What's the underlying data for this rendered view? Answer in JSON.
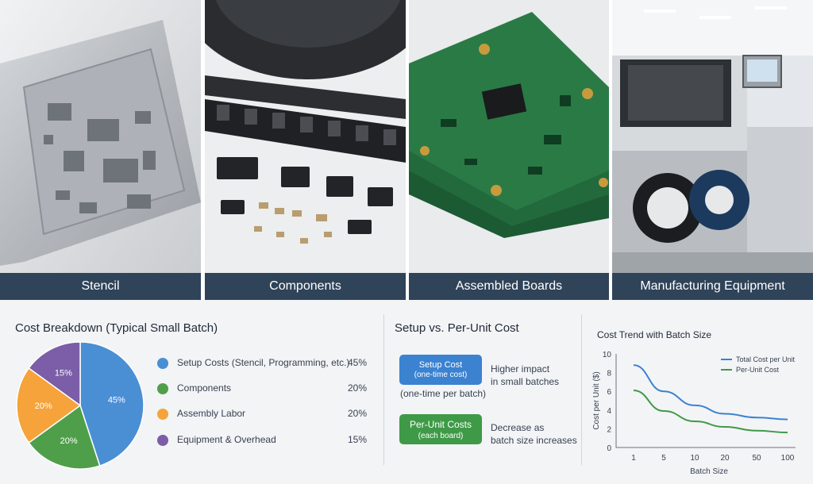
{
  "panels": [
    {
      "caption": "Stencil",
      "icon": "stencil-photo"
    },
    {
      "caption": "Components",
      "icon": "components-photo"
    },
    {
      "caption": "Assembled Boards",
      "icon": "boards-photo"
    },
    {
      "caption": "Manufacturing Equipment",
      "icon": "equipment-photo"
    }
  ],
  "pie_section": {
    "title": "Cost Breakdown (Typical Small Batch)"
  },
  "setup_section": {
    "title": "Setup vs. Per-Unit Cost",
    "setup_box": {
      "title": "Setup Cost",
      "subtitle": "(one-time cost)",
      "note": "(one-time per batch)",
      "color": "#3b82d0"
    },
    "setup_desc": [
      "Higher impact",
      "in small batches"
    ],
    "unit_box": {
      "title": "Per-Unit Costs",
      "subtitle": "(each board)",
      "color": "#3f9a47"
    },
    "unit_desc": [
      "Decrease as",
      "batch size increases"
    ]
  },
  "chart_data": [
    {
      "type": "pie",
      "title": "Cost Breakdown (Typical Small Batch)",
      "slices": [
        {
          "label": "Setup Costs (Stencil, Programming, etc.)",
          "value": 45,
          "display": "45%",
          "color": "#4a8fd4"
        },
        {
          "label": "Components",
          "value": 20,
          "display": "20%",
          "color": "#4f9f4a"
        },
        {
          "label": "Assembly Labor",
          "value": 20,
          "display": "20%",
          "color": "#f5a33a"
        },
        {
          "label": "Equipment & Overhead",
          "value": 15,
          "display": "15%",
          "color": "#7b5ea7"
        }
      ]
    },
    {
      "type": "line",
      "title": "Cost Trend with Batch Size",
      "xlabel": "Batch Size",
      "ylabel": "Cost per Unit ($)",
      "x": [
        "1",
        "5",
        "10",
        "20",
        "50",
        "100"
      ],
      "ylim": [
        0,
        10
      ],
      "yticks": [
        "0",
        "2",
        "4",
        "6",
        "8",
        "10"
      ],
      "grid": false,
      "legend": "top-right",
      "series": [
        {
          "name": "Total Cost per Unit",
          "color": "#3b82d0",
          "values": [
            8.8,
            6.0,
            4.5,
            3.6,
            3.2,
            3.0
          ]
        },
        {
          "name": "Per-Unit Cost",
          "color": "#3f9a47",
          "values": [
            6.1,
            3.9,
            2.8,
            2.2,
            1.8,
            1.6
          ]
        }
      ]
    }
  ]
}
